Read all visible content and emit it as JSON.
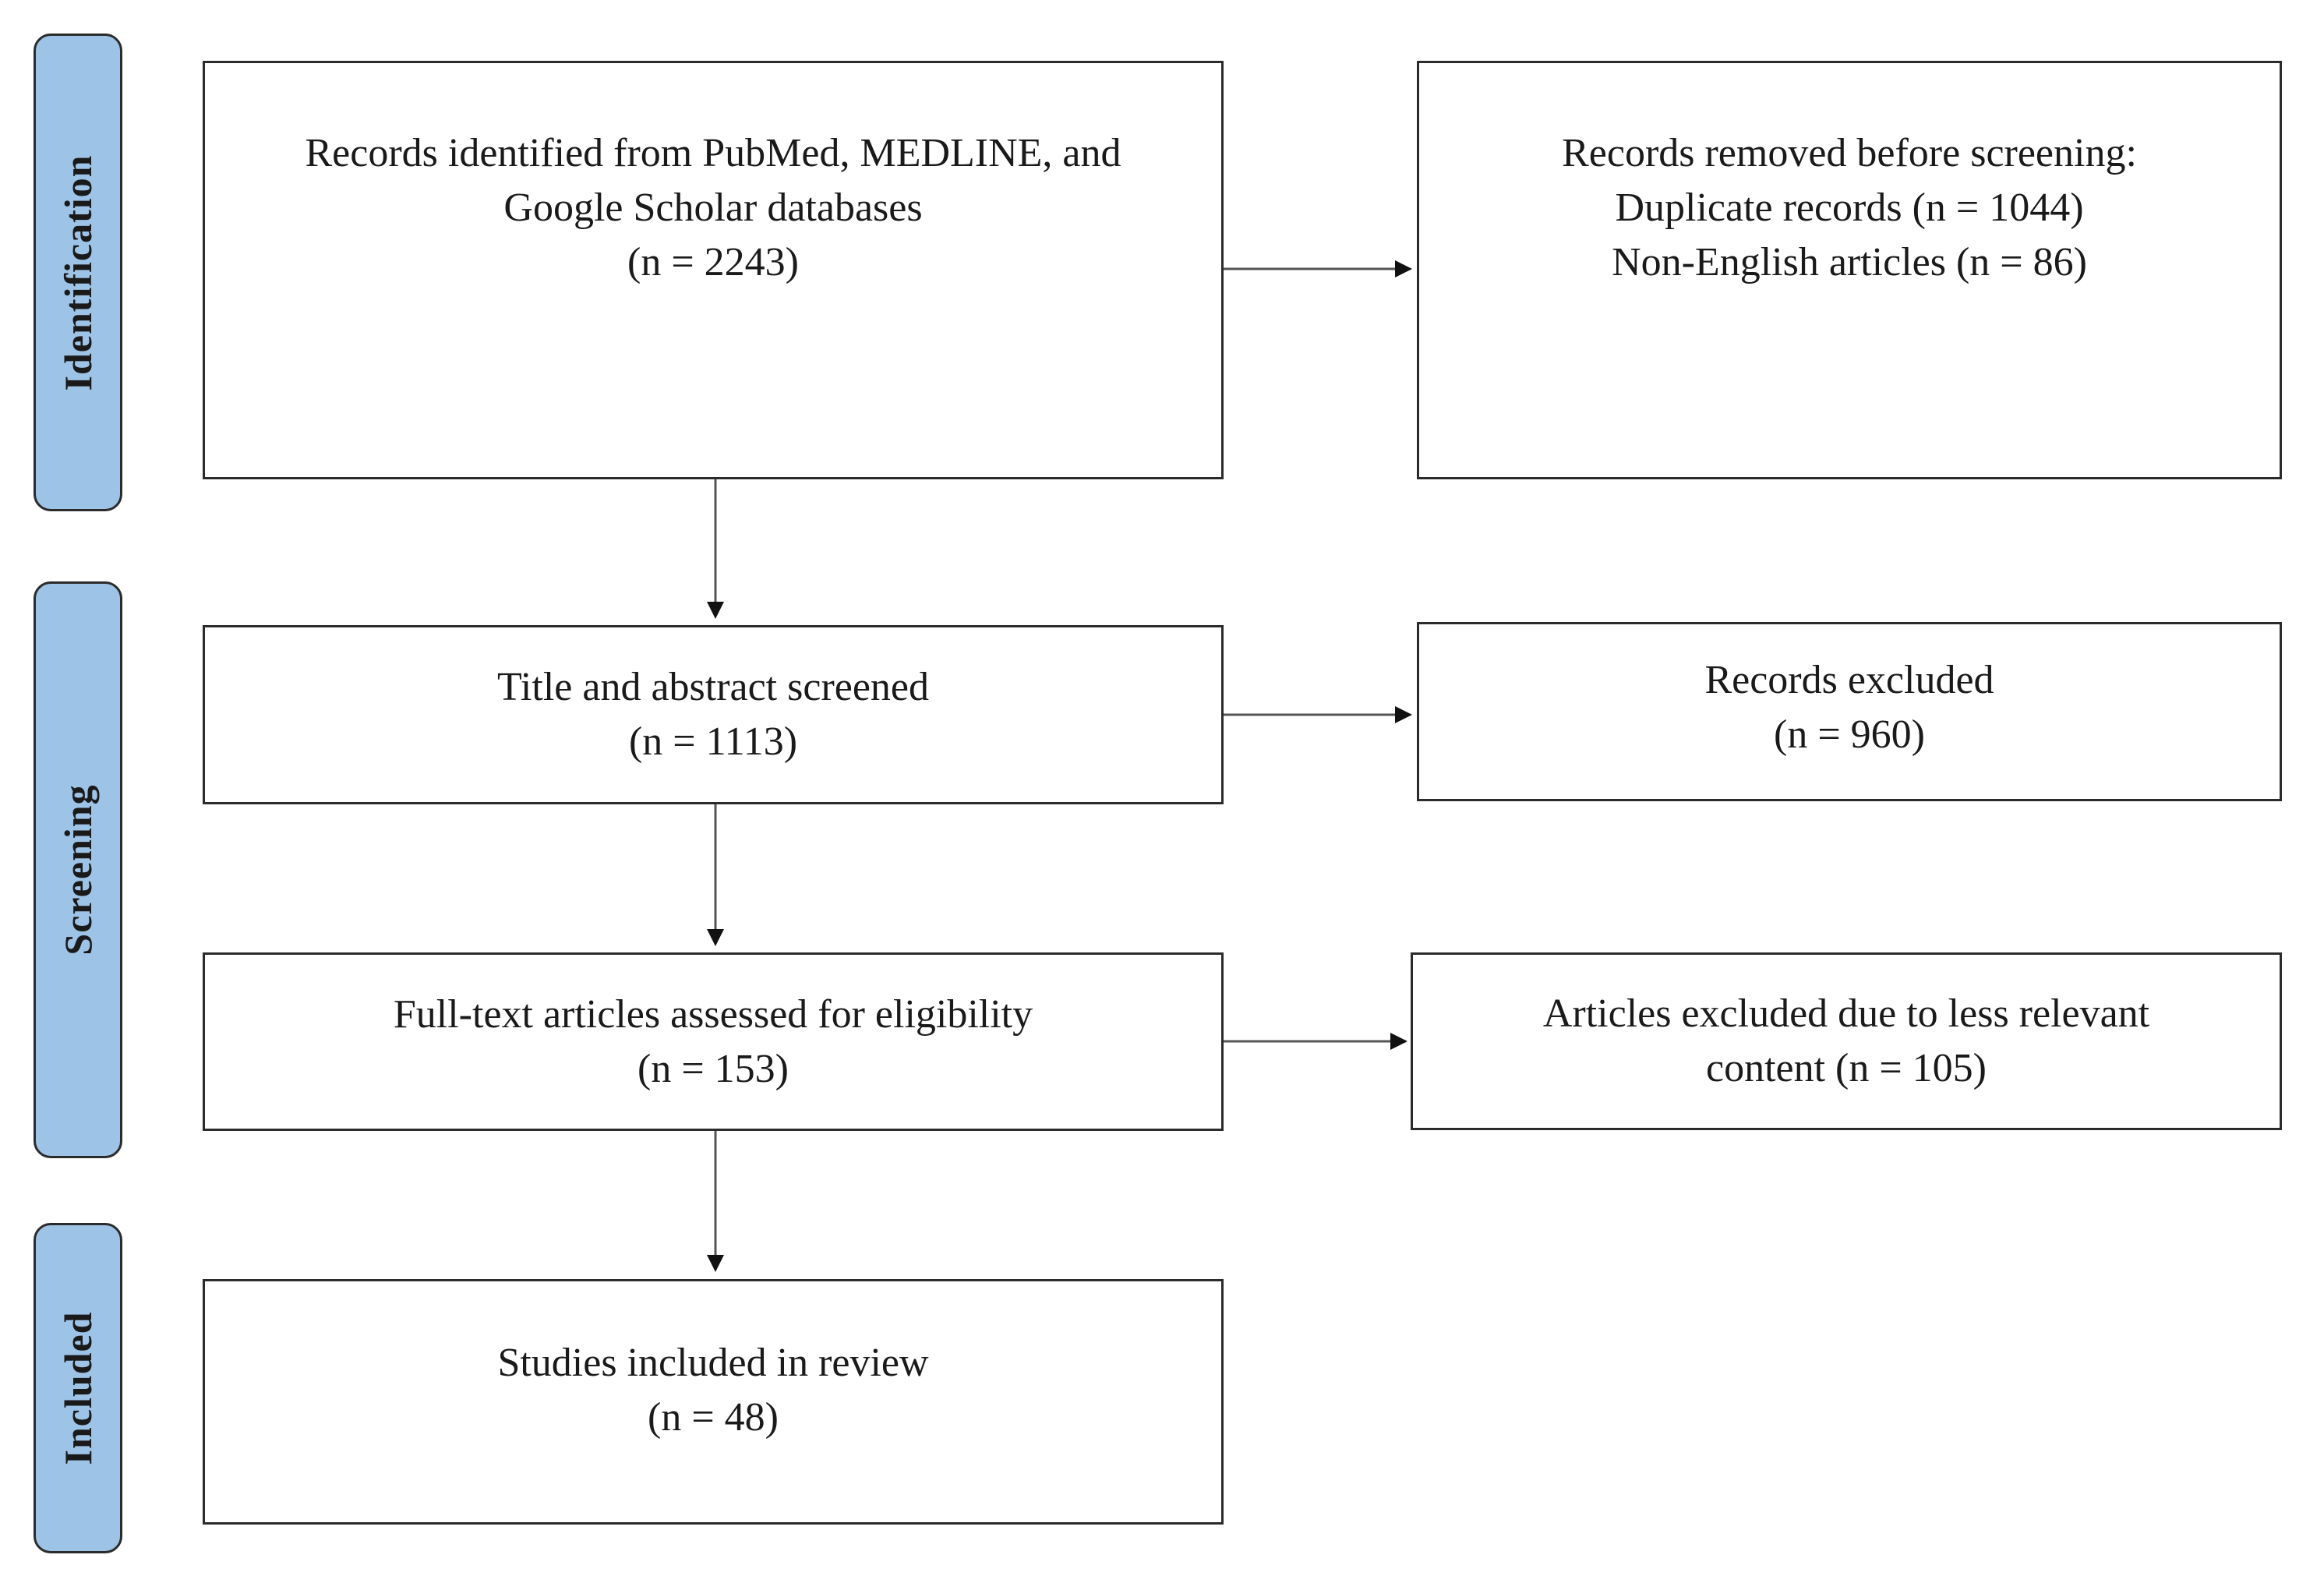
{
  "phases": {
    "identification": "Identification",
    "screening": "Screening",
    "included": "Included"
  },
  "boxes": {
    "identified": {
      "lines": [
        "Records identified from PubMed, MEDLINE, and",
        "Google Scholar databases",
        "(n = 2243)"
      ]
    },
    "removed": {
      "lines": [
        "Records removed before screening:",
        "Duplicate records (n = 1044)",
        "Non-English articles (n = 86)"
      ]
    },
    "screened": {
      "lines": [
        "Title and abstract screened",
        "(n = 1113)"
      ]
    },
    "excluded": {
      "lines": [
        "Records excluded",
        "(n = 960)"
      ]
    },
    "fulltext": {
      "lines": [
        "Full-text articles assessed for eligibility",
        "(n = 153)"
      ]
    },
    "fulltext_excluded": {
      "lines": [
        "Articles excluded due to less relevant",
        "content (n = 105)"
      ]
    },
    "included": {
      "lines": [
        "Studies included in review",
        "(n = 48)"
      ]
    }
  }
}
